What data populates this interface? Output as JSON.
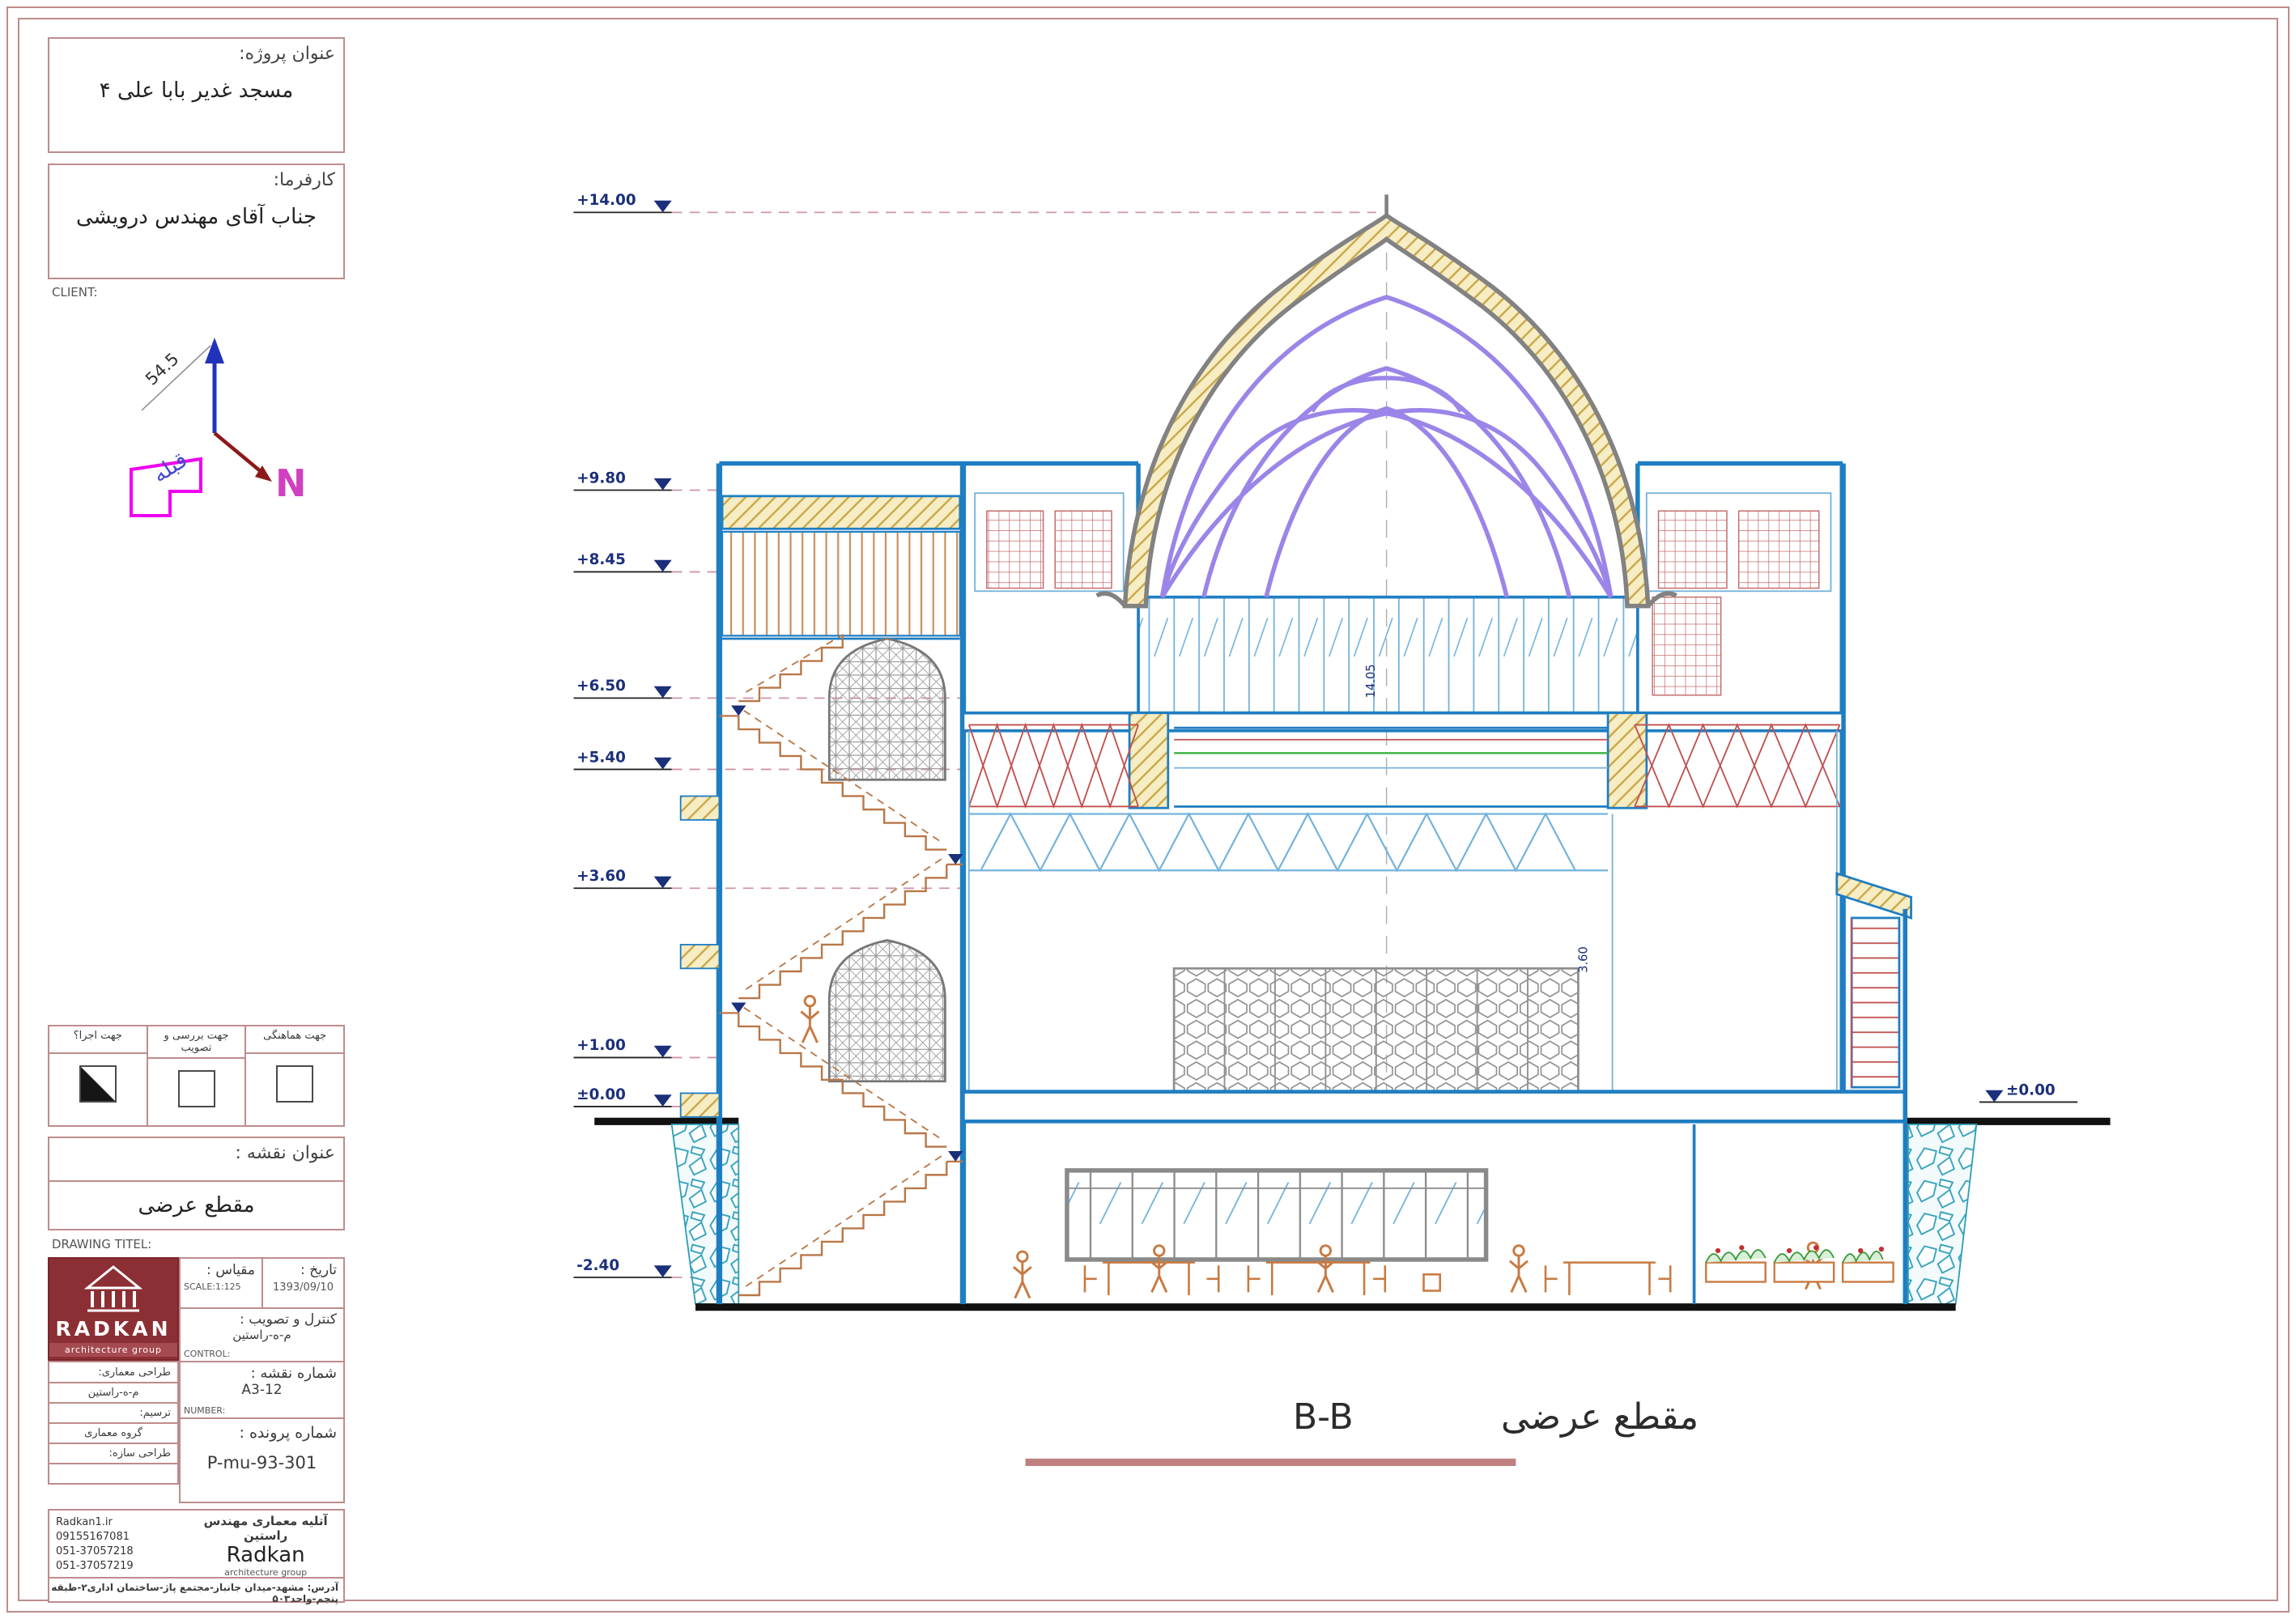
{
  "titleblock": {
    "project": {
      "label": "عنوان پروژه:",
      "name": "مسجد غدیر بابا علی ۴"
    },
    "client": {
      "label": "کارفرما:",
      "name": "جناب آقای مهندس درویشی",
      "en": "CLIENT:"
    },
    "north": {
      "angle": "54.5",
      "letter": "N",
      "qibla": "قبله"
    },
    "approvals": [
      {
        "label": "جهت اجرا؟",
        "checked": true
      },
      {
        "label": "جهت بررسی و تصویب",
        "checked": false
      },
      {
        "label": "جهت هماهنگی",
        "checked": false
      }
    ],
    "drawing_title": {
      "label": "عنوان نقشه :",
      "value": "مقطع عرضی",
      "en": "DRAWING TITEL:"
    },
    "logo": {
      "name": "RADKAN",
      "subtitle": "architecture group"
    },
    "scale": {
      "label": "مقیاس :",
      "value": "SCALE:1:125"
    },
    "date": {
      "label": "تاریخ :",
      "value": "1393/09/10"
    },
    "control": {
      "label": "کنترل و تصویب :",
      "value": "م-ه-راستین",
      "en": "CONTROL:"
    },
    "sheet_no": {
      "label": "شماره نقشه :",
      "value": "A3-12",
      "en": "NUMBER:"
    },
    "file_no": {
      "label": "شماره پرونده :",
      "value": "P-mu-93-301"
    },
    "credits": [
      {
        "label": "طراحی معماری:",
        "value": "م-ه-راستین"
      },
      {
        "label": "ترسیم:",
        "value": "گروه معماری"
      },
      {
        "label": "طراحی سازه:",
        "value": ""
      }
    ],
    "footer": {
      "website": "Radkan1.ir",
      "mobile": "09155167081",
      "fax": "051-37057218",
      "phone": "051-37057219",
      "studio": "آتلیه معماری مهندس راستین",
      "brand": "Radkan",
      "brand_sub": "architecture group",
      "address": "آدرس: مشهد-میدان جانباز-مجتمع پاژ-ساختمان اداری۲-طبقه پنجم-واحد۵۰۳"
    }
  },
  "drawing": {
    "caption_fa": "مقطع عرضی",
    "caption_code": "B-B",
    "elevations": [
      "+14.00",
      "+9.80",
      "+8.45",
      "+6.50",
      "+5.40",
      "+3.60",
      "+1.00",
      "±0.00",
      "-2.40"
    ],
    "elevation_right": "±0.00",
    "interior_dims": [
      "14.05",
      "3.60"
    ]
  }
}
